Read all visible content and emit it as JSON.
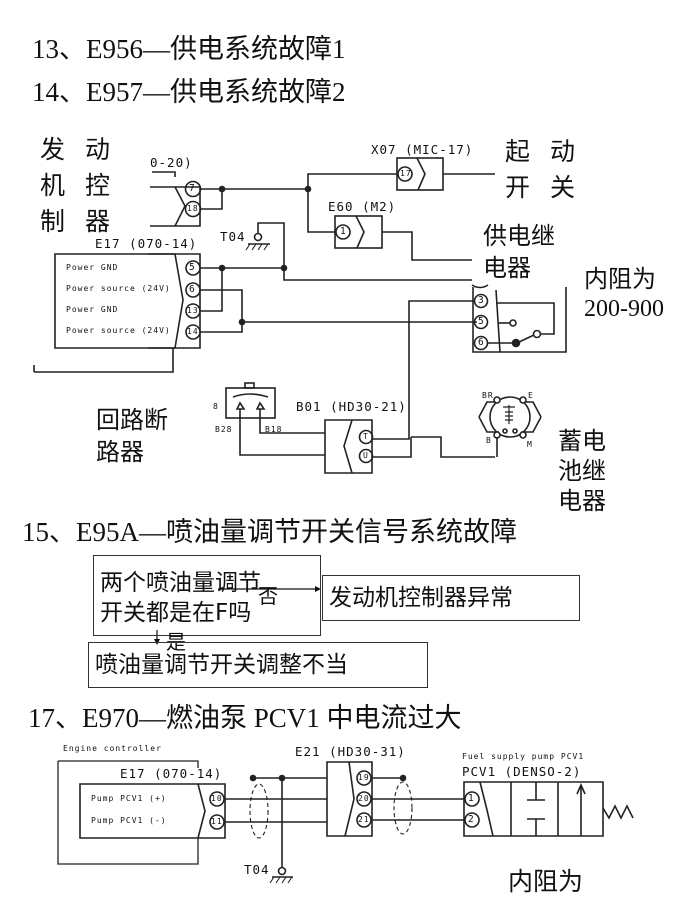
{
  "headings": {
    "h13": "13、E956—供电系统故障1",
    "h14": "14、E957—供电系统故障2",
    "h15": "15、E95A—喷油量调节开关信号系统故障",
    "h17": "17、E970—燃油泵 PCV1 中电流过大"
  },
  "diagram1": {
    "engine_controller_label": [
      "发 动",
      "机 控",
      "制 器"
    ],
    "connector_partial": "0-20)",
    "pins_top": [
      "7",
      "18"
    ],
    "e17_label": "E17 (070-14)",
    "e17_rows": [
      "Power GND",
      "Power source (24V)",
      "Power GND",
      "Power source (24V)"
    ],
    "e17_pins": [
      "5",
      "6",
      "13",
      "14"
    ],
    "t04_label": "T04",
    "x07_label": "X07 (MIC-17)",
    "x07_pin": "17",
    "start_switch_label": [
      "起 动",
      "开 关"
    ],
    "e60_label": "E60 (M2)",
    "e60_pin": "1",
    "supply_relay_label": [
      "供电继",
      "电器"
    ],
    "relay_pins": [
      "3",
      "5",
      "6"
    ],
    "resistance_label": [
      "内阻为",
      "200-900"
    ],
    "breaker_label": [
      "回路断",
      "路器"
    ],
    "breaker_pin_labels": [
      "8",
      "B28",
      "B18"
    ],
    "b01_label": "B01 (HD30-21)",
    "b01_pins": [
      "T",
      "U"
    ],
    "battery_relay_terminals": [
      "BR",
      "E",
      "B",
      "M"
    ],
    "battery_relay_label": [
      "蓄电",
      "池继",
      "电器"
    ]
  },
  "flowchart": {
    "question": [
      "两个喷油量调节",
      "开关都是在F吗"
    ],
    "no_label": "否",
    "yes_label": "是",
    "no_result": "发动机控制器异常",
    "yes_result": "喷油量调节开关调整不当"
  },
  "diagram2": {
    "engine_controller_label": "Engine controller",
    "e17_label": "E17 (070-14)",
    "e17_rows": [
      "Pump PCV1 (+)",
      "Pump PCV1 (-)"
    ],
    "e17_pins": [
      "10",
      "11"
    ],
    "t04_label": "T04",
    "e21_label": "E21 (HD30-31)",
    "e21_pins": [
      "19",
      "20",
      "21"
    ],
    "pump_label": "Fuel supply pump PCV1",
    "pcv1_label": "PCV1 (DENSO-2)",
    "pcv1_pins": [
      "1",
      "2"
    ],
    "resistance_label": "内阻为"
  }
}
